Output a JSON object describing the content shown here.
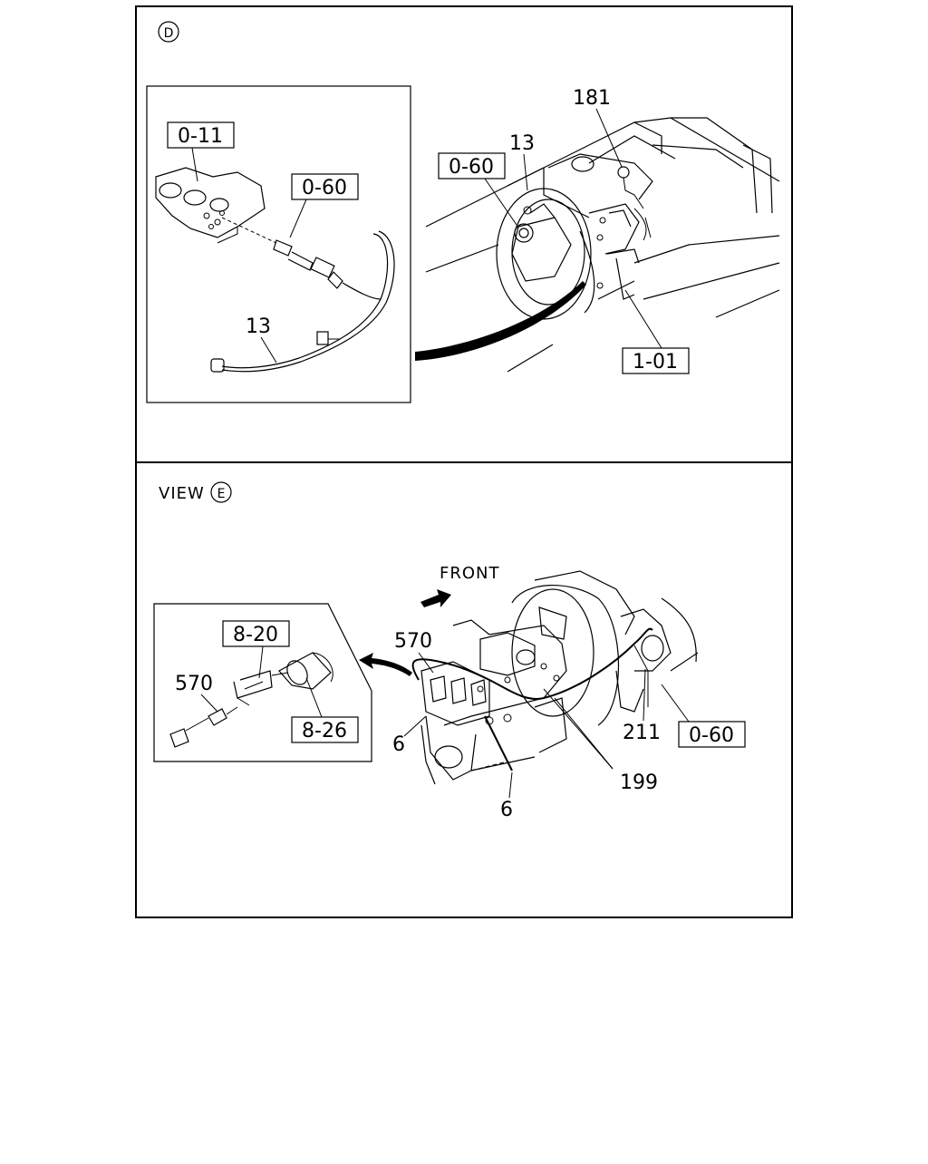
{
  "panel_d": {
    "marker": "D",
    "inset_labels": {
      "ref_0_11": "0-11",
      "ref_0_60": "0-60",
      "part_13": "13"
    },
    "main_labels": {
      "part_181": "181",
      "part_13": "13",
      "ref_0_60": "0-60",
      "ref_1_01": "1-01"
    }
  },
  "panel_e": {
    "view_prefix": "VIEW",
    "marker": "E",
    "front_label": "FRONT",
    "inset_labels": {
      "ref_8_20": "8-20",
      "part_570": "570",
      "ref_8_26": "8-26"
    },
    "main_labels": {
      "part_570": "570",
      "part_6a": "6",
      "part_6b": "6",
      "part_211": "211",
      "part_199": "199",
      "ref_0_60": "0-60"
    }
  }
}
